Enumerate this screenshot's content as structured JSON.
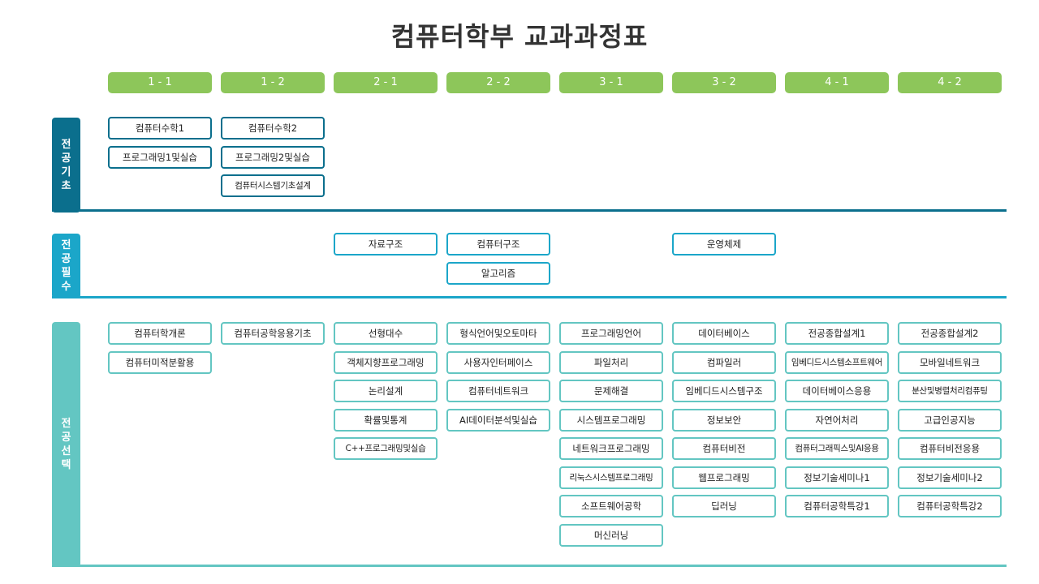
{
  "title": "컴퓨터학부 교과과정표",
  "semesters": [
    "1 - 1",
    "1 - 2",
    "2 - 1",
    "2 - 2",
    "3 - 1",
    "3 - 2",
    "4 - 1",
    "4 - 2"
  ],
  "categories": [
    {
      "label": "전공기초",
      "color": "#0b6f8d",
      "courses": [
        [
          "컴퓨터수학1",
          "프로그래밍1및실습"
        ],
        [
          "컴퓨터수학2",
          "프로그래밍2및실습",
          "컴퓨터시스템기초설계"
        ],
        [],
        [],
        [],
        [],
        [],
        []
      ]
    },
    {
      "label": "전공필수",
      "color": "#1ba6c9",
      "courses": [
        [],
        [],
        [
          "자료구조"
        ],
        [
          "컴퓨터구조",
          "알고리즘"
        ],
        [],
        [
          "운영체제"
        ],
        [],
        []
      ]
    },
    {
      "label": "전공선택",
      "color": "#63c6c2",
      "courses": [
        [
          "컴퓨터학개론",
          "컴퓨터미적분활용"
        ],
        [
          "컴퓨터공학응용기초"
        ],
        [
          "선형대수",
          "객체지향프로그래밍",
          "논리설계",
          "확률및통계",
          "C++프로그래밍및실습"
        ],
        [
          "형식언어및오토마타",
          "사용자인터페이스",
          "컴퓨터네트워크",
          "AI데이터분석및실습"
        ],
        [
          "프로그래밍언어",
          "파일처리",
          "문제해결",
          "시스템프로그래밍",
          "네트워크프로그래밍",
          "리눅스시스템프로그래밍",
          "소프트웨어공학",
          "머신러닝"
        ],
        [
          "데이터베이스",
          "컴파일러",
          "임베디드시스템구조",
          "정보보안",
          "컴퓨터비전",
          "웹프로그래밍",
          "딥러닝"
        ],
        [
          "전공종합설계1",
          "임베디드시스템소프트웨어",
          "데이터베이스응용",
          "자연어처리",
          "컴퓨터그래픽스및AI응용",
          "정보기술세미나1",
          "컴퓨터공학특강1"
        ],
        [
          "전공종합설계2",
          "모바일네트워크",
          "분산및병렬처리컴퓨팅",
          "고급인공지능",
          "컴퓨터비전응용",
          "정보기술세미나2",
          "컴퓨터공학특강2"
        ]
      ]
    }
  ]
}
